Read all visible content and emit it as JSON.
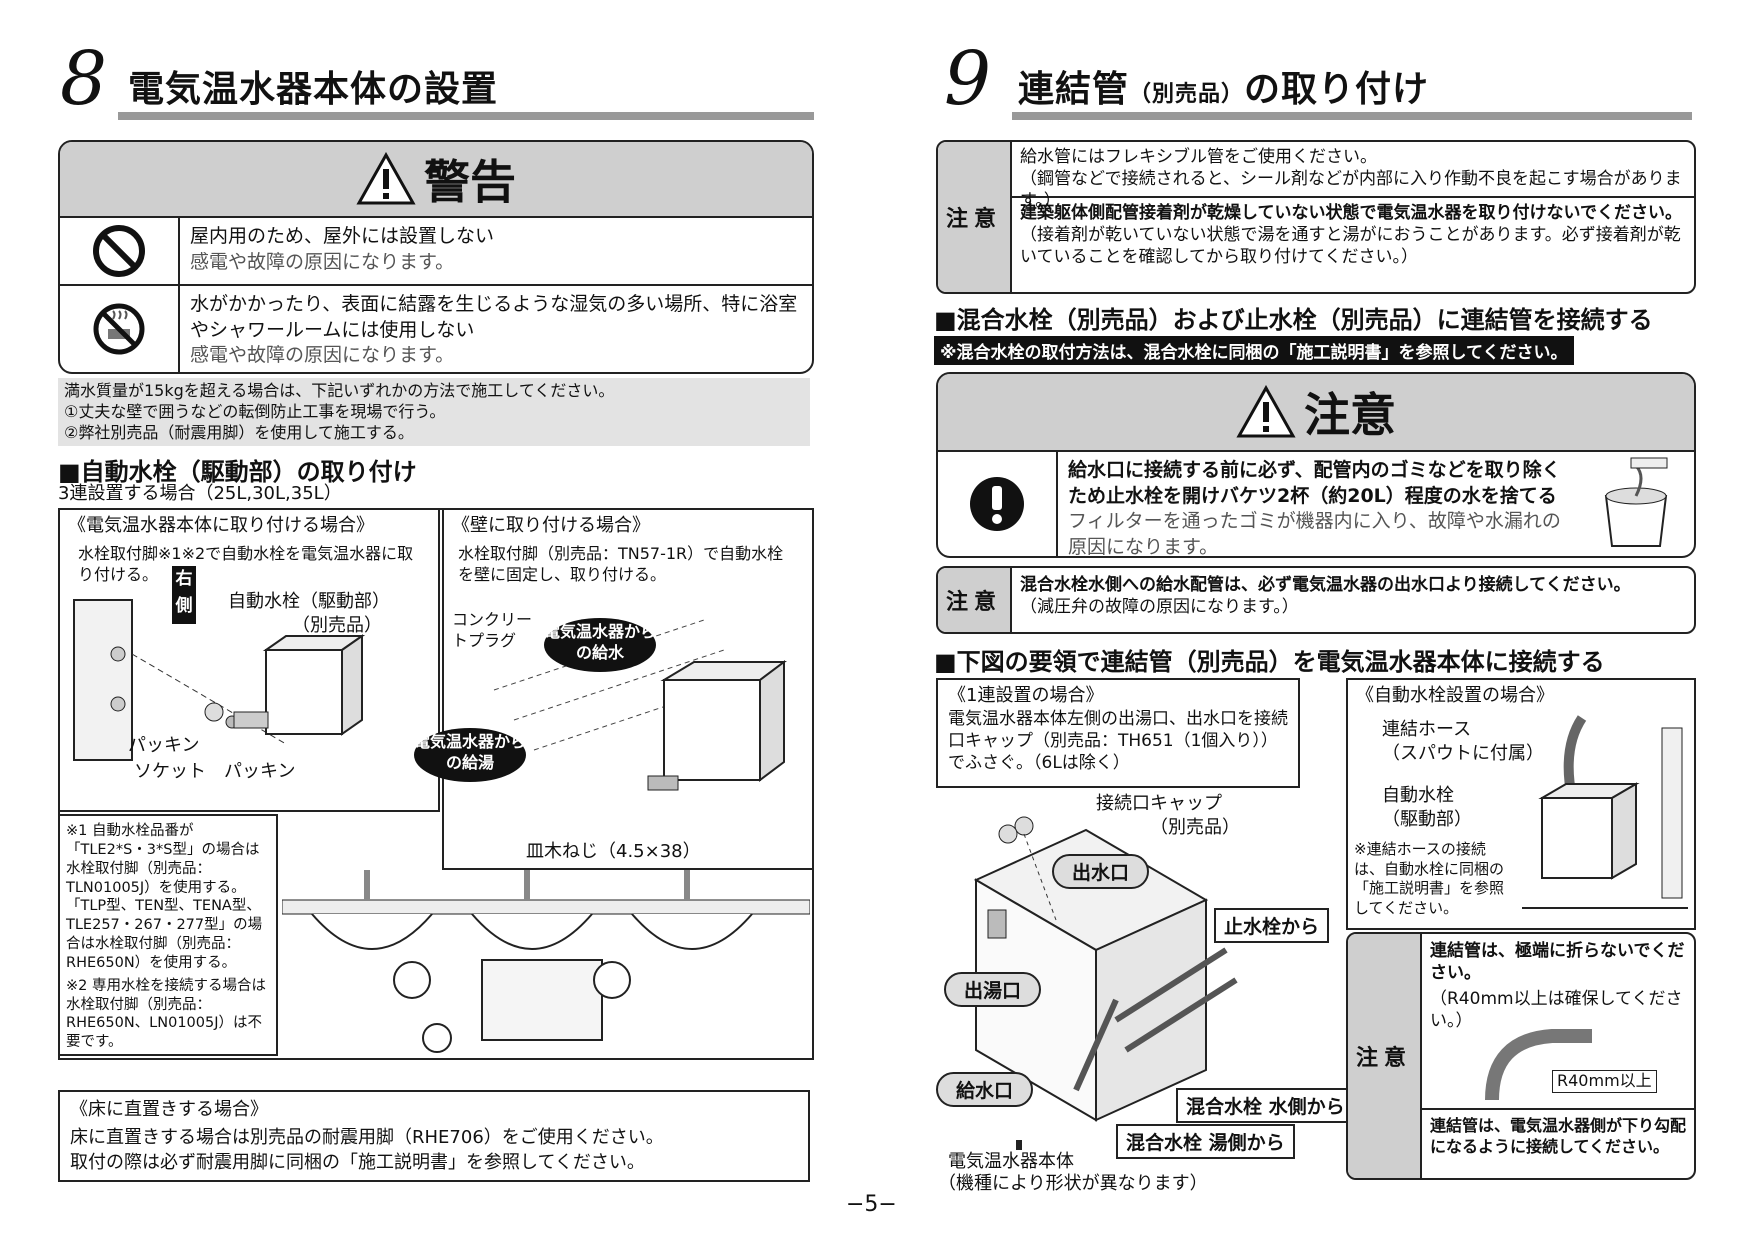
{
  "left": {
    "section_number": "8",
    "section_title": "電気温水器本体の設置",
    "warning": {
      "header": "警告",
      "items": [
        {
          "icon": "prohibited-icon",
          "title": "屋内用のため、屋外には設置しない",
          "detail": "感電や故障の原因になります。"
        },
        {
          "icon": "no-wet-area-icon",
          "title": "水がかかったり、表面に結露を生じるような湿気の多い場所、特に浴室やシャワールームには使用しない",
          "detail": "感電や故障の原因になります。"
        }
      ]
    },
    "note_lines": [
      "満水質量が15kgを超える場合は、下記いずれかの方法で施工してください。",
      "①丈夫な壁で囲うなどの転倒防止工事を現場で行う。",
      "②弊社別売品（耐震用脚）を使用して施工する。"
    ],
    "faucet_heading": "■自動水栓（駆動部）の取り付け",
    "faucet_subheading": "3連設置する場合（25L,30L,35L）",
    "box_body": {
      "title": "《電気温水器本体に取り付ける場合》",
      "text": "水栓取付脚※1※2で自動水栓を電気温水器に取り付ける。",
      "label_faucet": "自動水栓（駆動部）",
      "label_faucet_sub": "（別売品）",
      "label_right": "右側",
      "label_packing1": "パッキン",
      "label_socket": "ソケット",
      "label_packing2": "パッキン"
    },
    "box_wall": {
      "title": "《壁に取り付ける場合》",
      "text": "水栓取付脚（別売品：TN57-1R）で自動水栓を壁に固定し、取り付ける。",
      "label_plug": "コンクリートプラグ",
      "bubble_supply": "電気温水器からの給水",
      "bubble_hot": "電気温水器からの給湯",
      "label_screw": "皿木ねじ（4.5×38）"
    },
    "footnotes": [
      "※1 自動水栓品番が「TLE2*S・3*S型」の場合は水栓取付脚（別売品：TLN01005J）を使用する。「TLP型、TEN型、TENA型、TLE257・267・277型」の場合は水栓取付脚（別売品：RHE650N）を使用する。",
      "※2 専用水栓を接続する場合は水栓取付脚（別売品：RHE650N、LN01005J）は不要です。"
    ],
    "floor": {
      "title": "《床に直置きする場合》",
      "lines": [
        "床に直置きする場合は別売品の耐震用脚（RHE706）をご使用ください。",
        "取付の際は必ず耐震用脚に同梱の「施工説明書」を参照してください。"
      ]
    }
  },
  "right": {
    "section_number": "9",
    "section_title": "連結管",
    "section_title_small": "（別売品）",
    "section_title_tail": "の取り付け",
    "caution1": {
      "label": "注意",
      "rows": [
        {
          "title": "給水管にはフレキシブル管をご使用ください。",
          "detail": "（鋼管などで接続されると、シール剤などが内部に入り作動不良を起こす場合があります。）"
        },
        {
          "title": "建築躯体側配管接着剤が乾燥していない状態で電気温水器を取り付けないでください。",
          "detail": "（接着剤が乾いていない状態で湯を通すと湯がにおうことがあります。必ず接着剤が乾いていることを確認してから取り付けてください。）"
        }
      ]
    },
    "mix_heading": "■混合水栓（別売品）および止水栓（別売品）に連結管を接続する",
    "mix_bar": "※混合水栓の取付方法は、混合水栓に同梱の「施工説明書」を参照してください。",
    "caution_big": {
      "header": "注意",
      "title": "給水口に接続する前に必ず、配管内のゴミなどを取り除くため止水栓を開けバケツ2杯（約20L）程度の水を捨てる",
      "detail": "フィルターを通ったゴミが機器内に入り、故障や水漏れの原因になります。"
    },
    "caution2": {
      "label": "注意",
      "title": "混合水栓水側への給水配管は、必ず電気温水器の出水口より接続してください。",
      "detail": "（減圧弁の故障の原因になります。）"
    },
    "connect_heading": "■下図の要領で連結管（別売品）を電気温水器本体に接続する",
    "single": {
      "title": "《1連設置の場合》",
      "text": "電気温水器本体左側の出湯口、出水口を接続口キャップ（別売品：TH651（1個入り））でふさぐ。（6Lは除く）",
      "cap": "接続口キャップ",
      "cap_sub": "（別売品）",
      "outlet_water": "出水口",
      "outlet_hot": "出湯口",
      "inlet": "給水口",
      "stop": "止水栓から",
      "mix_water": "混合水栓 水側から",
      "mix_hot": "混合水栓 湯側から",
      "body": "電気温水器本体",
      "body_sub": "（機種により形状が異なります）"
    },
    "auto": {
      "title": "《自動水栓設置の場合》",
      "hose": "連結ホース",
      "hose_sub": "（スパウトに付属）",
      "faucet": "自動水栓",
      "faucet_sub": "（駆動部）",
      "note": "※連結ホースの接続は、自動水栓に同梱の「施工説明書」を参照してください。"
    },
    "caution3": {
      "label": "注意",
      "t1": "連結管は、極端に折らないでください。",
      "t2": "（R40mm以上は確保してください。）",
      "r": "R40mm以上",
      "t3": "連結管は、電気温水器側が下り勾配になるように接続してください。"
    }
  },
  "page_number": "−5−"
}
